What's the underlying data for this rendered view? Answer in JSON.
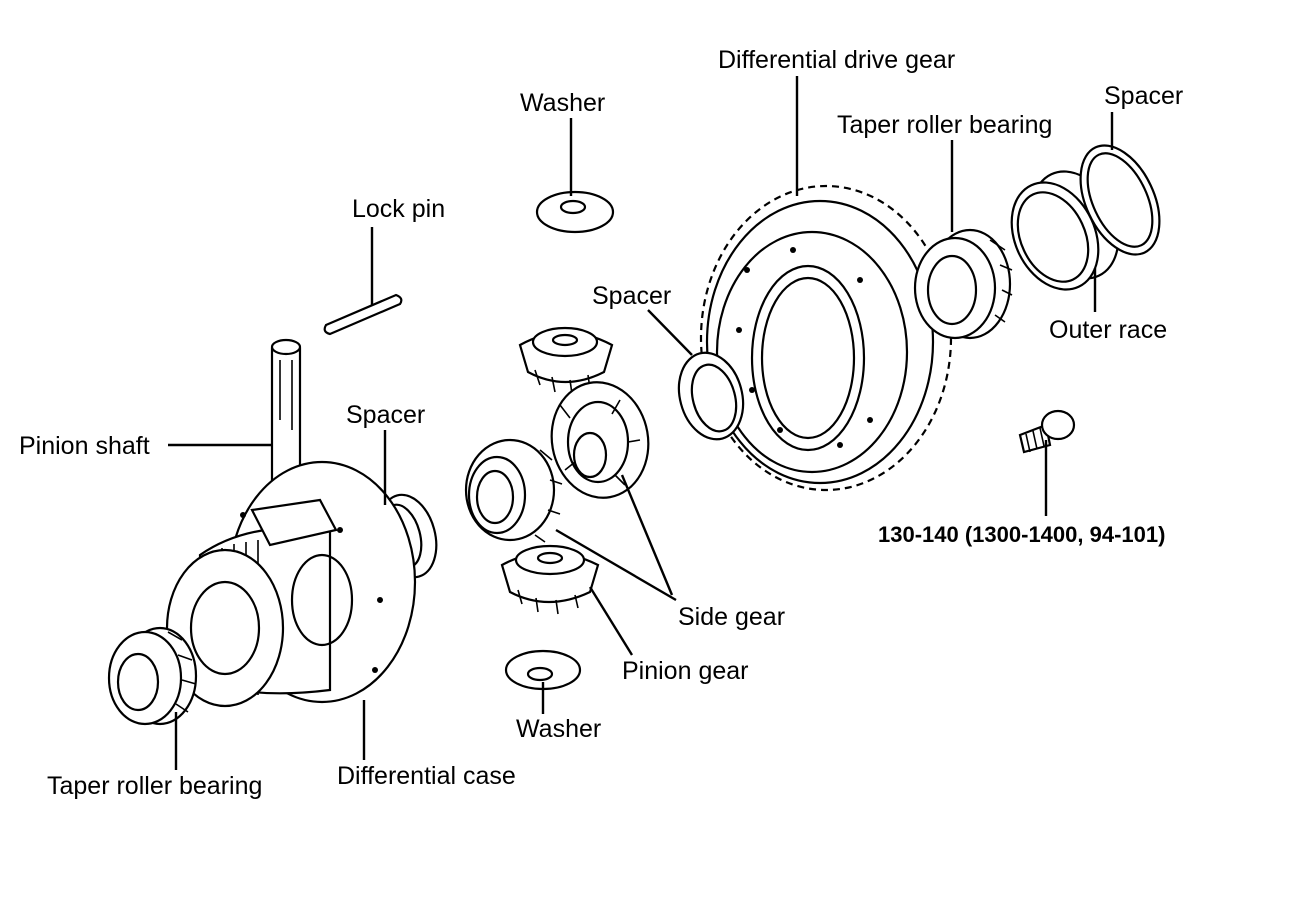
{
  "labels": {
    "differential_drive_gear": "Differential drive gear",
    "washer_top": "Washer",
    "spacer_top_right": "Spacer",
    "taper_roller_bearing_right": "Taper roller bearing",
    "lock_pin": "Lock pin",
    "spacer_middle": "Spacer",
    "outer_race": "Outer race",
    "pinion_shaft": "Pinion shaft",
    "spacer_left": "Spacer",
    "bolt_torque": "130-140 (1300-1400, 94-101)",
    "side_gear": "Side gear",
    "pinion_gear": "Pinion gear",
    "washer_bottom": "Washer",
    "taper_roller_bearing_left": "Taper roller bearing",
    "differential_case": "Differential case"
  }
}
